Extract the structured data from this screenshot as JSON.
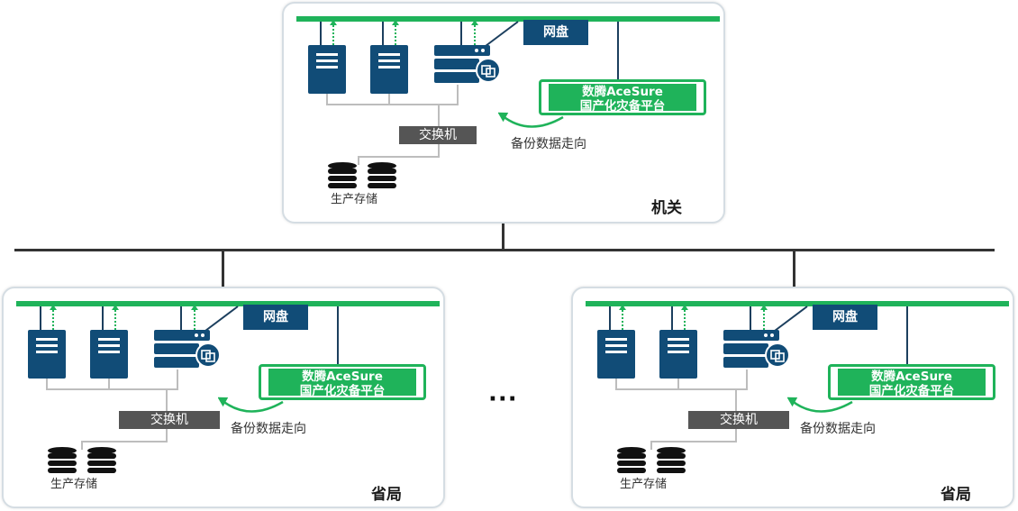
{
  "labels": {
    "netdisk": "网盘",
    "switch": "交换机",
    "platform_line1": "数腾AceSure",
    "platform_line2": "国产化灾备平台",
    "backup_flow": "备份数据走向",
    "production_storage": "生产存储"
  },
  "sites": {
    "hq": "机关",
    "province_left": "省局",
    "province_right": "省局"
  },
  "ellipsis": "···",
  "colors": {
    "network_green": "#1fb35a",
    "server_blue": "#114c77",
    "switch_gray": "#555555",
    "panel_border": "#d5dde3",
    "backbone": "#333333"
  }
}
